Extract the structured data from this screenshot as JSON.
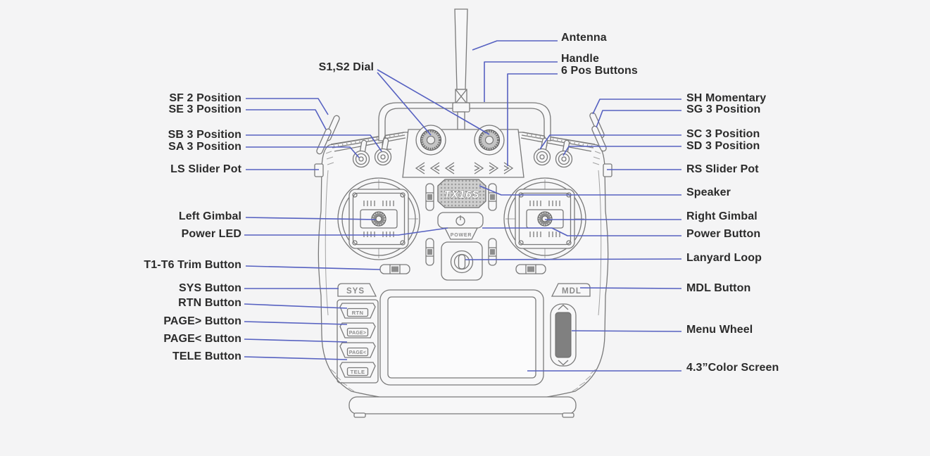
{
  "colors": {
    "background": "#f4f4f5",
    "callout_line": "#5661c1",
    "label_ink": "#2b2b2b",
    "device_outline": "#7a7a7a"
  },
  "device": {
    "model_label": "TX16S",
    "power_label": "POWER",
    "sys_button_label": "SYS",
    "mdl_button_label": "MDL",
    "rtn_button_label": "RTN",
    "page_next_button_label": "PAGE>",
    "page_prev_button_label": "PAGE<",
    "tele_button_label": "TELE"
  },
  "callouts": {
    "s1_s2_dial": "S1,S2 Dial",
    "sf_2_position": "SF 2 Position",
    "se_3_position": "SE 3 Position",
    "sb_3_position": "SB 3 Position",
    "sa_3_position": "SA 3 Position",
    "ls_slider_pot": "LS Slider Pot",
    "left_gimbal": "Left Gimbal",
    "power_led": "Power LED",
    "trim_buttons": "T1-T6 Trim Button",
    "sys_button": "SYS Button",
    "rtn_button": "RTN Button",
    "page_next_button": "PAGE> Button",
    "page_prev_button": "PAGE< Button",
    "tele_button": "TELE Button",
    "antenna": "Antenna",
    "handle": "Handle",
    "six_pos_buttons": "6 Pos Buttons",
    "sh_momentary": "SH Momentary",
    "sg_3_position": "SG 3 Position",
    "sc_3_position": "SC 3 Position",
    "sd_3_position": "SD 3 Position",
    "rs_slider_pot": "RS Slider Pot",
    "speaker": "Speaker",
    "right_gimbal": "Right Gimbal",
    "power_button": "Power Button",
    "lanyard_loop": "Lanyard Loop",
    "mdl_button": "MDL Button",
    "menu_wheel": "Menu Wheel",
    "color_screen": "4.3”Color Screen"
  }
}
